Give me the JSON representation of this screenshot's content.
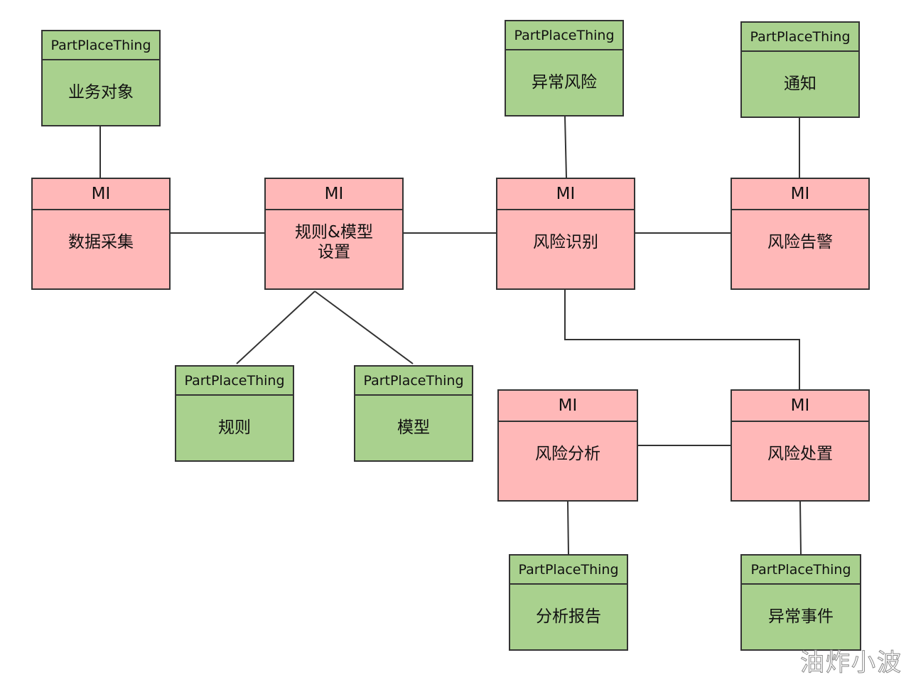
{
  "colors": {
    "actor_fill": "#a9d18e",
    "moment_fill": "#ffb8b8",
    "stroke": "#333333"
  },
  "nodes": [
    {
      "id": "business-object",
      "kind": "actor",
      "stereotype": "PartPlaceThing",
      "lines": [
        "业务对象"
      ]
    },
    {
      "id": "abnormal-risk",
      "kind": "actor",
      "stereotype": "PartPlaceThing",
      "lines": [
        "异常风险"
      ]
    },
    {
      "id": "notification",
      "kind": "actor",
      "stereotype": "PartPlaceThing",
      "lines": [
        "通知"
      ]
    },
    {
      "id": "data-collection",
      "kind": "moment",
      "stereotype": "MI",
      "lines": [
        "数据采集"
      ]
    },
    {
      "id": "rule-model-setup",
      "kind": "moment",
      "stereotype": "MI",
      "lines": [
        "规则&模型",
        "设置"
      ]
    },
    {
      "id": "risk-identification",
      "kind": "moment",
      "stereotype": "MI",
      "lines": [
        "风险识别"
      ]
    },
    {
      "id": "risk-alert",
      "kind": "moment",
      "stereotype": "MI",
      "lines": [
        "风险告警"
      ]
    },
    {
      "id": "rule",
      "kind": "actor",
      "stereotype": "PartPlaceThing",
      "lines": [
        "规则"
      ]
    },
    {
      "id": "model",
      "kind": "actor",
      "stereotype": "PartPlaceThing",
      "lines": [
        "模型"
      ]
    },
    {
      "id": "risk-analysis",
      "kind": "moment",
      "stereotype": "MI",
      "lines": [
        "风险分析"
      ]
    },
    {
      "id": "risk-handling",
      "kind": "moment",
      "stereotype": "MI",
      "lines": [
        "风险处置"
      ]
    },
    {
      "id": "analysis-report",
      "kind": "actor",
      "stereotype": "PartPlaceThing",
      "lines": [
        "分析报告"
      ]
    },
    {
      "id": "abnormal-event",
      "kind": "actor",
      "stereotype": "PartPlaceThing",
      "lines": [
        "异常事件"
      ]
    }
  ],
  "edges": [
    {
      "from": "business-object",
      "to": "data-collection"
    },
    {
      "from": "data-collection",
      "to": "rule-model-setup"
    },
    {
      "from": "rule-model-setup",
      "to": "risk-identification"
    },
    {
      "from": "risk-identification",
      "to": "risk-alert"
    },
    {
      "from": "abnormal-risk",
      "to": "risk-identification"
    },
    {
      "from": "notification",
      "to": "risk-alert"
    },
    {
      "from": "rule-model-setup",
      "to": "rule"
    },
    {
      "from": "rule-model-setup",
      "to": "model"
    },
    {
      "from": "risk-identification",
      "to": "risk-handling"
    },
    {
      "from": "risk-analysis",
      "to": "risk-handling"
    },
    {
      "from": "risk-analysis",
      "to": "analysis-report"
    },
    {
      "from": "risk-handling",
      "to": "abnormal-event"
    }
  ],
  "watermark": "油炸小波"
}
